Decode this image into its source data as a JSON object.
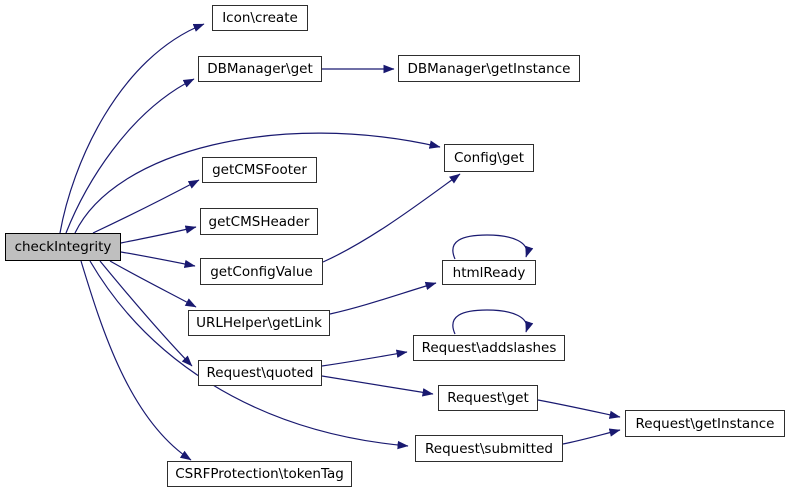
{
  "diagram": {
    "type": "call-graph",
    "root": "checkIntegrity",
    "colors": {
      "edge": "#191970",
      "node_fill": "#ffffff",
      "node_border": "#2e2e2e",
      "root_fill": "#bfbfbf",
      "root_border": "#000000",
      "text": "#000000",
      "background": "#ffffff"
    },
    "nodes": {
      "checkIntegrity": {
        "label": "checkIntegrity"
      },
      "iconCreate": {
        "label": "Icon\\create"
      },
      "dbmGet": {
        "label": "DBManager\\get"
      },
      "dbmGetInstance": {
        "label": "DBManager\\getInstance"
      },
      "configGet": {
        "label": "Config\\get"
      },
      "getCMSFooter": {
        "label": "getCMSFooter"
      },
      "getCMSHeader": {
        "label": "getCMSHeader"
      },
      "getConfigValue": {
        "label": "getConfigValue"
      },
      "urlHelperGetLink": {
        "label": "URLHelper\\getLink"
      },
      "htmlReady": {
        "label": "htmlReady"
      },
      "requestQuoted": {
        "label": "Request\\quoted"
      },
      "requestAddslashes": {
        "label": "Request\\addslashes"
      },
      "requestGet": {
        "label": "Request\\get"
      },
      "requestSubmitted": {
        "label": "Request\\submitted"
      },
      "requestGetInstance": {
        "label": "Request\\getInstance"
      },
      "csrfTokenTag": {
        "label": "CSRFProtection\\tokenTag"
      }
    },
    "edges": [
      {
        "from": "checkIntegrity",
        "to": "iconCreate"
      },
      {
        "from": "checkIntegrity",
        "to": "dbmGet"
      },
      {
        "from": "checkIntegrity",
        "to": "configGet"
      },
      {
        "from": "checkIntegrity",
        "to": "getCMSFooter"
      },
      {
        "from": "checkIntegrity",
        "to": "getCMSHeader"
      },
      {
        "from": "checkIntegrity",
        "to": "getConfigValue"
      },
      {
        "from": "checkIntegrity",
        "to": "urlHelperGetLink"
      },
      {
        "from": "checkIntegrity",
        "to": "requestQuoted"
      },
      {
        "from": "checkIntegrity",
        "to": "requestSubmitted"
      },
      {
        "from": "checkIntegrity",
        "to": "csrfTokenTag"
      },
      {
        "from": "dbmGet",
        "to": "dbmGetInstance"
      },
      {
        "from": "getConfigValue",
        "to": "configGet"
      },
      {
        "from": "urlHelperGetLink",
        "to": "htmlReady"
      },
      {
        "from": "htmlReady",
        "to": "htmlReady"
      },
      {
        "from": "requestQuoted",
        "to": "requestAddslashes"
      },
      {
        "from": "requestAddslashes",
        "to": "requestAddslashes"
      },
      {
        "from": "requestQuoted",
        "to": "requestGet"
      },
      {
        "from": "requestGet",
        "to": "requestGetInstance"
      },
      {
        "from": "requestSubmitted",
        "to": "requestGetInstance"
      }
    ]
  }
}
